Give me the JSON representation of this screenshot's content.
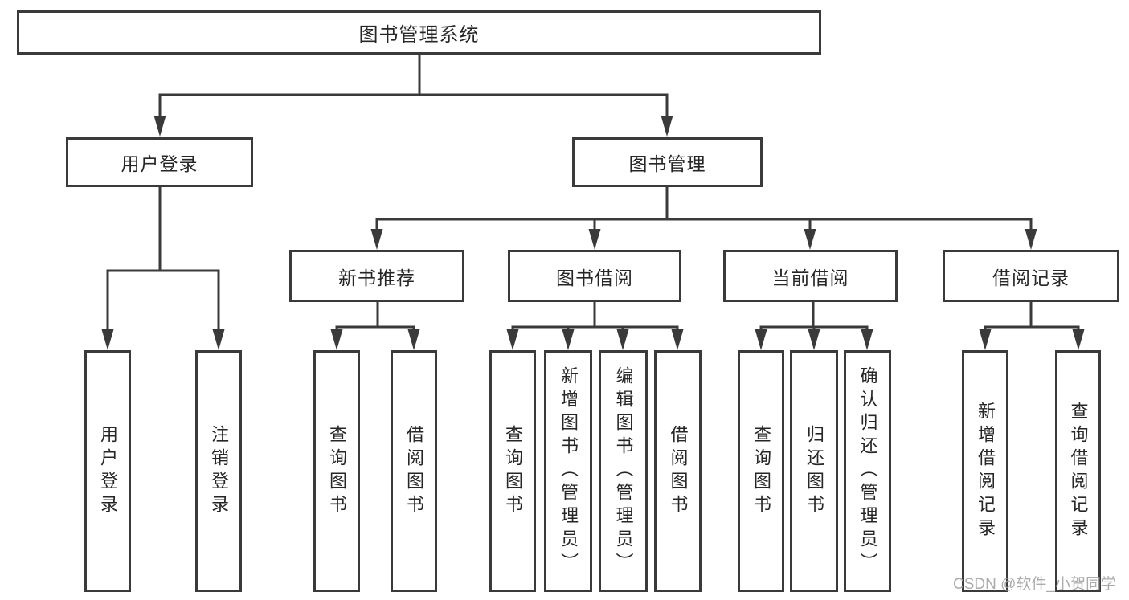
{
  "diagram": {
    "title": "图书管理系统",
    "level2": [
      {
        "label": "用户登录"
      },
      {
        "label": "图书管理"
      }
    ],
    "level3": [
      {
        "label": "新书推荐"
      },
      {
        "label": "图书借阅"
      },
      {
        "label": "当前借阅"
      },
      {
        "label": "借阅记录"
      }
    ],
    "leaves": [
      {
        "label": "用户登录"
      },
      {
        "label": "注销登录"
      },
      {
        "label": "查询图书"
      },
      {
        "label": "借阅图书"
      },
      {
        "label": "查询图书"
      },
      {
        "label": "新增图书（管理员）"
      },
      {
        "label": "编辑图书（管理员）"
      },
      {
        "label": "借阅图书"
      },
      {
        "label": "查询图书"
      },
      {
        "label": "归还图书"
      },
      {
        "label": "确认归还（管理员）"
      },
      {
        "label": "新增借阅记录"
      },
      {
        "label": "查询借阅记录"
      }
    ],
    "colors": {
      "line": "#3a3a3a",
      "text": "#262626",
      "background": "#ffffff",
      "watermark": "#a3a3a3"
    }
  },
  "watermark": {
    "text": "CSDN @软件_小贺同学"
  }
}
